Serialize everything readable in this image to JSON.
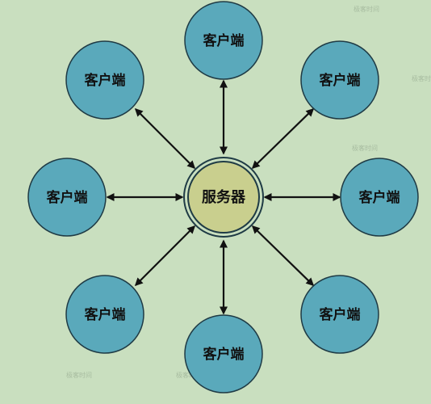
{
  "server": {
    "label": "服务器"
  },
  "clients": [
    {
      "id": "top",
      "label": "客户端"
    },
    {
      "id": "top-left",
      "label": "客户端"
    },
    {
      "id": "top-right",
      "label": "客户端"
    },
    {
      "id": "left",
      "label": "客户端"
    },
    {
      "id": "right",
      "label": "客户端"
    },
    {
      "id": "bottom-left",
      "label": "客户端"
    },
    {
      "id": "bottom",
      "label": "客户端"
    },
    {
      "id": "bottom-right",
      "label": "客户端"
    }
  ],
  "colors": {
    "background": "#c9dfbf",
    "client_fill": "#5aa9bb",
    "client_stroke": "#1f3b45",
    "server_fill": "#c9cf8e",
    "server_ring": "#1f3b45",
    "arrow": "#111111"
  },
  "watermark": "极客时间"
}
